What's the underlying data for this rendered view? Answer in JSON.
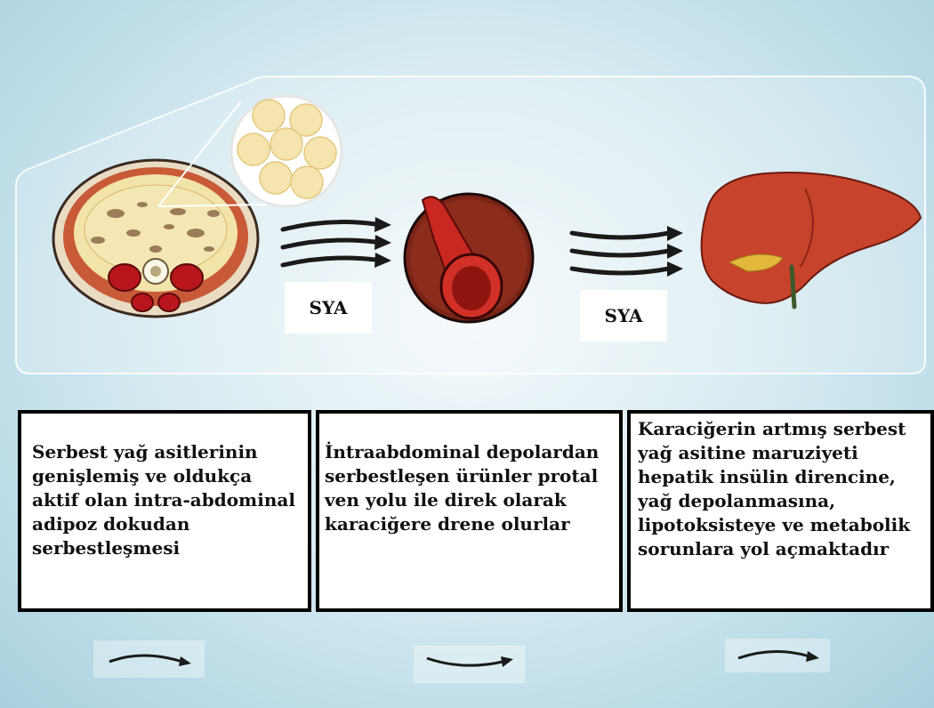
{
  "arrow_labels": {
    "first": "SYA",
    "second": "SYA"
  },
  "captions": {
    "adipose": "Serbest yağ asitlerinin\ngenişlemiş ve oldukça\naktif olan intra-abdominal\nadipoz dokudan\nserbestleşmesi",
    "portal_vein": "İntraabdominal depolardan\nserbestleşen ürünler protal\nven yolu ile direk olarak\nkaraciğere drene olurlar",
    "liver": "Karaciğerin artmış serbest\nyağ asitine maruziyeti\nhepatik insülin direncine,\nyağ depolanmasına,\nlipotoksisteye ve metabolik\nsorunlara yol açmaktadır"
  },
  "colors": {
    "background": "#c9e4ec",
    "arrow": "#1a1a1a",
    "box_border": "#000000",
    "liver": "#c8432b",
    "vein": "#b8241e",
    "fat": "#f3dfa0"
  },
  "icons": [
    "abdomen-cross-section-icon",
    "fat-cells-magnified-icon",
    "portal-vein-icon",
    "liver-icon"
  ]
}
